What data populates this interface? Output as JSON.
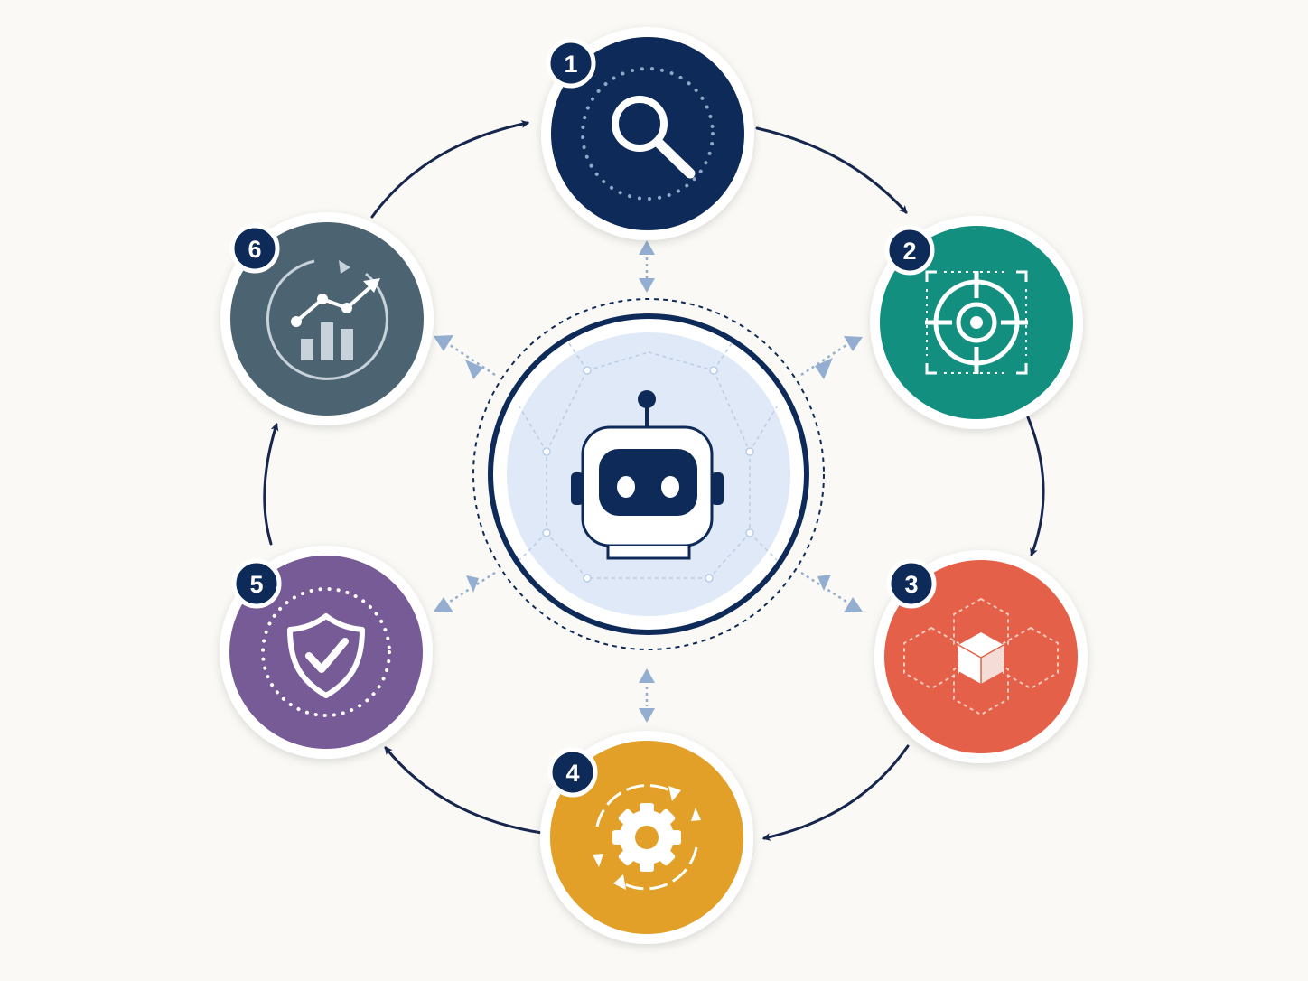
{
  "colors": {
    "background": "#faf9f5",
    "navy": "#0e2a58",
    "arrow": "#16264d",
    "hub_fill": "#dfe9f7",
    "connector": "#93aed0",
    "step1": "#0e2a58",
    "step2": "#138f7f",
    "step3": "#e46049",
    "step4": "#e2a028",
    "step5": "#775b97",
    "step6": "#4c6372"
  },
  "hub": {
    "icon": "robot-icon"
  },
  "steps": [
    {
      "number": "1",
      "icon": "magnifier-icon",
      "color": "#0e2a58"
    },
    {
      "number": "2",
      "icon": "target-icon",
      "color": "#138f7f"
    },
    {
      "number": "3",
      "icon": "cube-icon",
      "color": "#e46049"
    },
    {
      "number": "4",
      "icon": "gear-cycle-icon",
      "color": "#e2a028"
    },
    {
      "number": "5",
      "icon": "shield-check-icon",
      "color": "#775b97"
    },
    {
      "number": "6",
      "icon": "growth-chart-icon",
      "color": "#4c6372"
    }
  ]
}
